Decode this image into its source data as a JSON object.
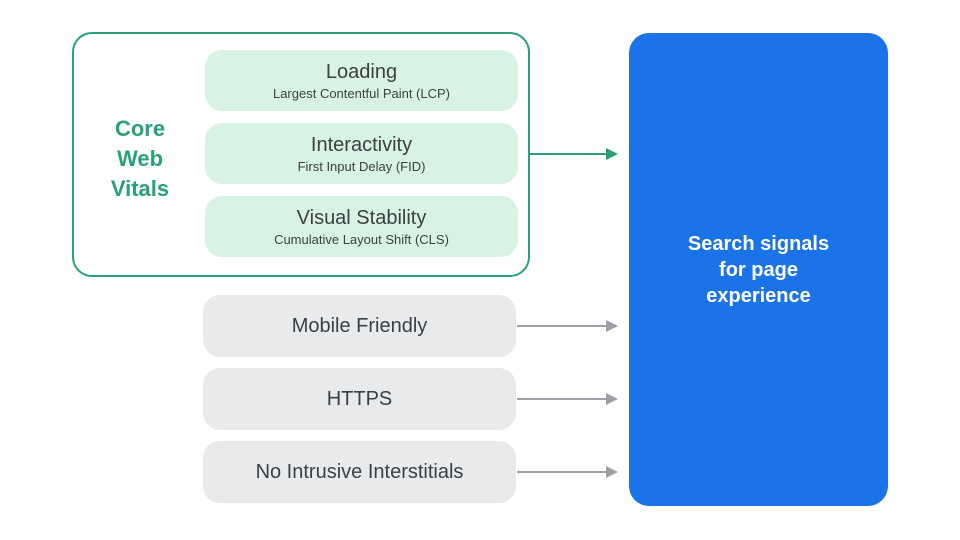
{
  "core_web_vitals": {
    "label": "Core Web Vitals",
    "vitals": [
      {
        "title": "Loading",
        "subtitle": "Largest Contentful Paint (LCP)"
      },
      {
        "title": "Interactivity",
        "subtitle": "First Input Delay (FID)"
      },
      {
        "title": "Visual Stability",
        "subtitle": "Cumulative Layout Shift (CLS)"
      }
    ]
  },
  "other_signals": [
    {
      "label": "Mobile Friendly"
    },
    {
      "label": "HTTPS"
    },
    {
      "label": "No Intrusive Interstitials"
    }
  ],
  "result_box": {
    "label": "Search signals for page experience"
  },
  "colors": {
    "teal_accent": "#27A17B",
    "mint_fill": "#D8F3E4",
    "gray_fill": "#E9EAEC",
    "arrow_gray": "#9AA0A6",
    "blue_fill": "#1A73E8",
    "text_dark": "#3C4043",
    "text_on_blue": "#FFFFFF"
  }
}
